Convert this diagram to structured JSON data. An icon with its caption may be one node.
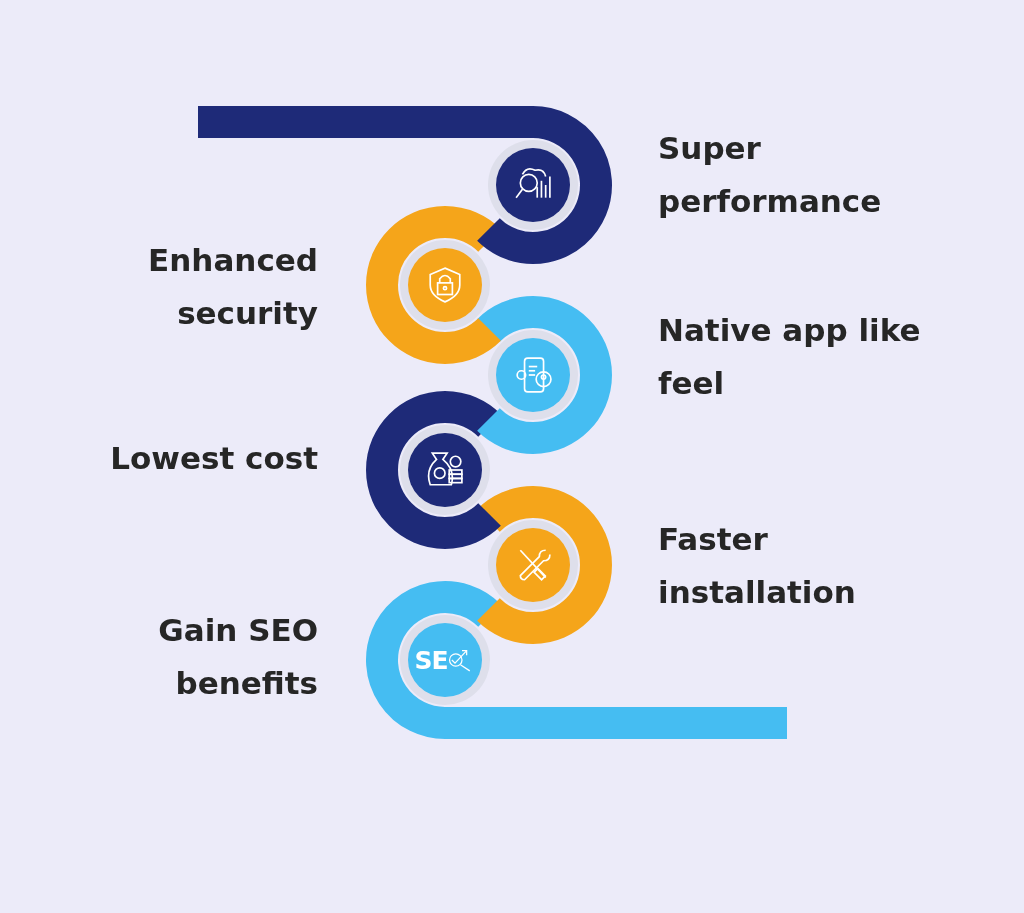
{
  "diagram": {
    "nodes": [
      {
        "text": [],
        "shape": "circle",
        "beside": [
          "Super performance"
        ]
      },
      {
        "text": [],
        "shape": "circle",
        "beside": [
          "Enhanced security"
        ]
      },
      {
        "text": [],
        "shape": "circle",
        "beside": [
          "Native app like feel"
        ]
      },
      {
        "text": [],
        "shape": "circle",
        "beside": [
          "Lowest cost"
        ]
      },
      {
        "text": [],
        "shape": "circle",
        "beside": [
          "Faster installation"
        ]
      },
      {
        "text": [
          "SE"
        ],
        "beside": [
          "Gain SEO benefits"
        ]
      }
    ]
  }
}
